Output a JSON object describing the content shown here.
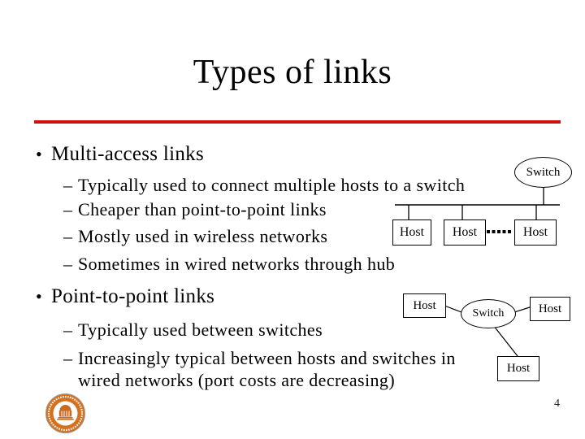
{
  "slide": {
    "title": "Types of links",
    "page_number": "4",
    "divider_color": "#CC1111"
  },
  "glyphs": {
    "bullet": "•",
    "dash": "–"
  },
  "sections": [
    {
      "heading": "Multi-access links",
      "items": [
        "Typically used to connect multiple hosts to a switch",
        "Cheaper than point-to-point links",
        "Mostly used in wireless networks",
        "Sometimes in wired networks through hub"
      ]
    },
    {
      "heading": "Point-to-point links",
      "items": [
        "Typically used between switches",
        "Increasingly typical between hosts and switches in",
        "wired networks (port costs are decreasing)"
      ]
    }
  ],
  "diagram_multi_access": {
    "switch_label": "Switch",
    "host_labels": [
      "Host",
      "Host",
      "Host"
    ]
  },
  "diagram_point_to_point": {
    "switch_label": "Switch",
    "host_labels": [
      "Host",
      "Host",
      "Host"
    ]
  },
  "logo_colors": {
    "ring": "#D4711F",
    "emblem": "#C96A1E"
  }
}
